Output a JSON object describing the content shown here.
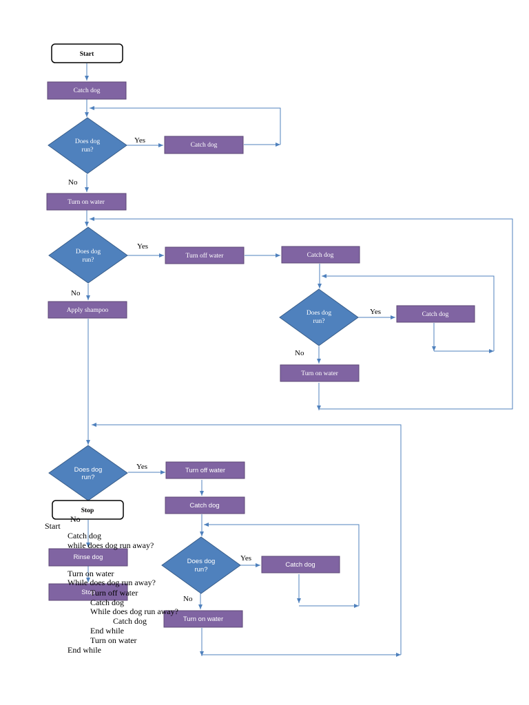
{
  "nodes": {
    "start": "Start",
    "catch1": "Catch dog",
    "dec1": [
      "Does dog",
      "run?"
    ],
    "catch_loop1": "Catch dog",
    "water_on1": "Turn on water",
    "dec2": [
      "Does dog",
      "run?"
    ],
    "water_off1": "Turn off water",
    "catch2": "Catch dog",
    "dec3": [
      "Does dog",
      "run?"
    ],
    "catch_loop3": "Catch dog",
    "water_on2": "Turn on water",
    "shampoo": "Apply shampoo",
    "dec4": [
      "Does dog",
      "run?"
    ],
    "water_off2": "Turn off water",
    "catch3": "Catch dog",
    "dec5": [
      "Does dog",
      "run?"
    ],
    "catch_loop5": "Catch dog",
    "water_on3": "Turn on water",
    "stop_top": "Stop",
    "rinse": "Rinse dog",
    "stop": "Stop"
  },
  "labels": {
    "yes": "Yes",
    "no": "No"
  },
  "pseudocode": [
    "Start",
    "Catch dog",
    "while does dog run away?",
    "Turn on water",
    "While does dog run away?",
    "Turn off water",
    "Catch dog",
    "While does dog run away?",
    "Catch dog",
    "End while",
    "Turn on water",
    "End while"
  ],
  "colors": {
    "box_fill": "#8064a2",
    "box_stroke": "#5c4776",
    "diamond_fill": "#4f81bd",
    "diamond_stroke": "#385d8a",
    "line": "#4f81bd"
  }
}
